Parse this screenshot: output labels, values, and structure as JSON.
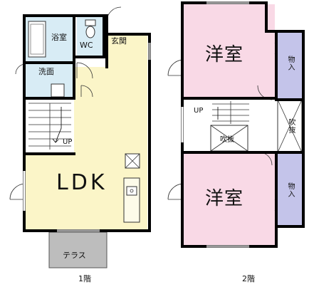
{
  "floors": [
    {
      "caption": "1階",
      "rooms": {
        "bath": "浴室",
        "wc": "WC",
        "entrance": "玄関",
        "washroom": "洗面",
        "stairs_up": "UP",
        "ldk": "LDK",
        "terrace": "テラス"
      }
    },
    {
      "caption": "2階",
      "rooms": {
        "western_top": "洋室",
        "closet_top": "物入",
        "stairs_up": "UP",
        "void_center": "吹抜",
        "void_right": "吹抜",
        "western_bottom": "洋室",
        "closet_bottom": "物入"
      }
    }
  ],
  "colors": {
    "wall": "#000000",
    "ldk": "#fbf5c8",
    "entrance": "#fbf5c8",
    "water": "#d8ecf5",
    "bedroom": "#f9d9e6",
    "closet": "#c4c4ea",
    "terrace": "#bdbdbd",
    "hall": "#ffffff"
  }
}
